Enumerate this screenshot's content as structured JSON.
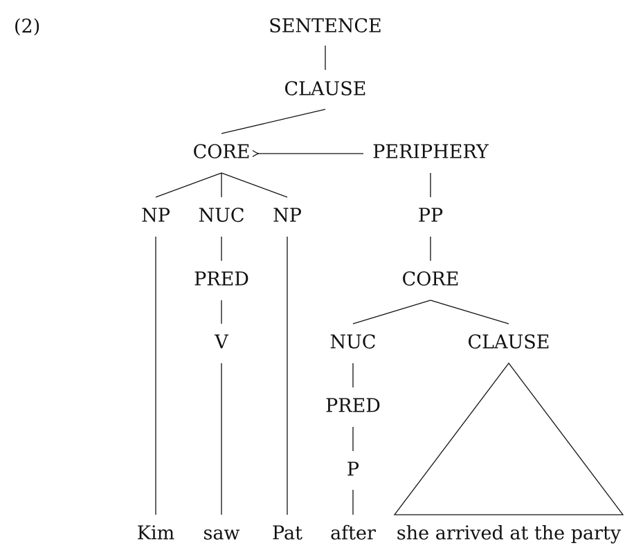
{
  "example_number": "(2)",
  "tree": {
    "sentence": "SENTENCE",
    "clause": "CLAUSE",
    "core": "CORE",
    "periphery": "PERIPHERY",
    "np_subject": "NP",
    "nuc_main": "NUC",
    "np_object": "NP",
    "pred_main": "PRED",
    "v": "V",
    "pp": "PP",
    "pp_core": "CORE",
    "nuc_pp": "NUC",
    "clause_embedded": "CLAUSE",
    "pred_pp": "PRED",
    "p": "P"
  },
  "words": {
    "kim": "Kim",
    "saw": "saw",
    "pat": "Pat",
    "after": "after",
    "embedded_clause_text": "she arrived at the party"
  }
}
